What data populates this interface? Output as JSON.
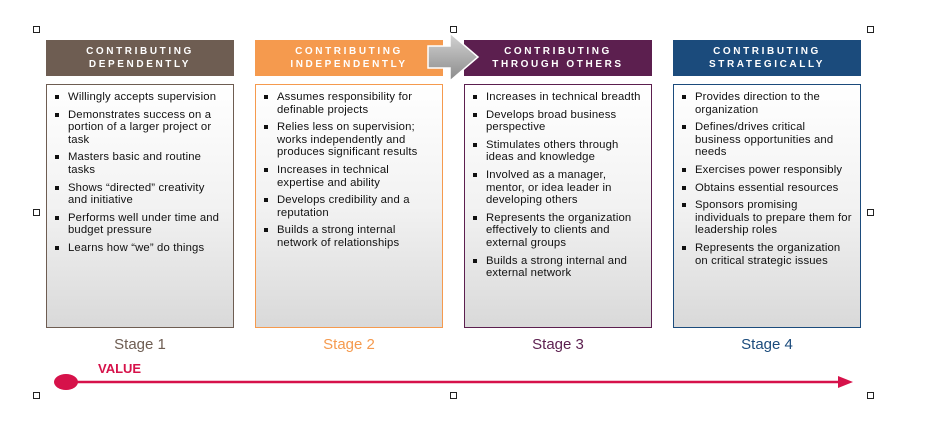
{
  "stages": [
    {
      "header": "CONTRIBUTING\nDEPENDENTLY",
      "label": "Stage 1",
      "color": "#6e5d52",
      "items": [
        "Willingly accepts supervision",
        "Demonstrates success on a portion of a larger project or task",
        "Masters basic and routine tasks",
        "Shows “directed” creativity and initiative",
        "Performs well under time and budget pressure",
        "Learns how “we” do things"
      ]
    },
    {
      "header": "CONTRIBUTING\nINDEPENDENTLY",
      "label": "Stage 2",
      "color": "#f59a4e",
      "items": [
        "Assumes responsibility for definable projects",
        "Relies less on supervision; works independently and produces significant results",
        "Increases in technical expertise and ability",
        "Develops credibility and a reputation",
        "Builds a strong internal network of relationships"
      ]
    },
    {
      "header": "CONTRIBUTING\nTHROUGH OTHERS",
      "label": "Stage 3",
      "color": "#5c1f4f",
      "items": [
        "Increases in technical breadth",
        "Develops broad business perspective",
        "Stimulates others through ideas and knowledge",
        "Involved as a manager, mentor, or idea leader in developing others",
        "Represents the organization effectively to clients and external groups",
        "Builds a strong internal and external network"
      ]
    },
    {
      "header": "CONTRIBUTING\nSTRATEGICALLY",
      "label": "Stage 4",
      "color": "#1b4b7c",
      "items": [
        "Provides direction to the organization",
        "Defines/drives critical business opportunities and needs",
        "Exercises power responsibly",
        "Obtains essential resources",
        "Sponsors promising individuals to prepare them for leadership roles",
        "Represents the organization on critical strategic issues"
      ]
    }
  ],
  "value_axis": {
    "label": "VALUE",
    "color": "#d6124a"
  }
}
